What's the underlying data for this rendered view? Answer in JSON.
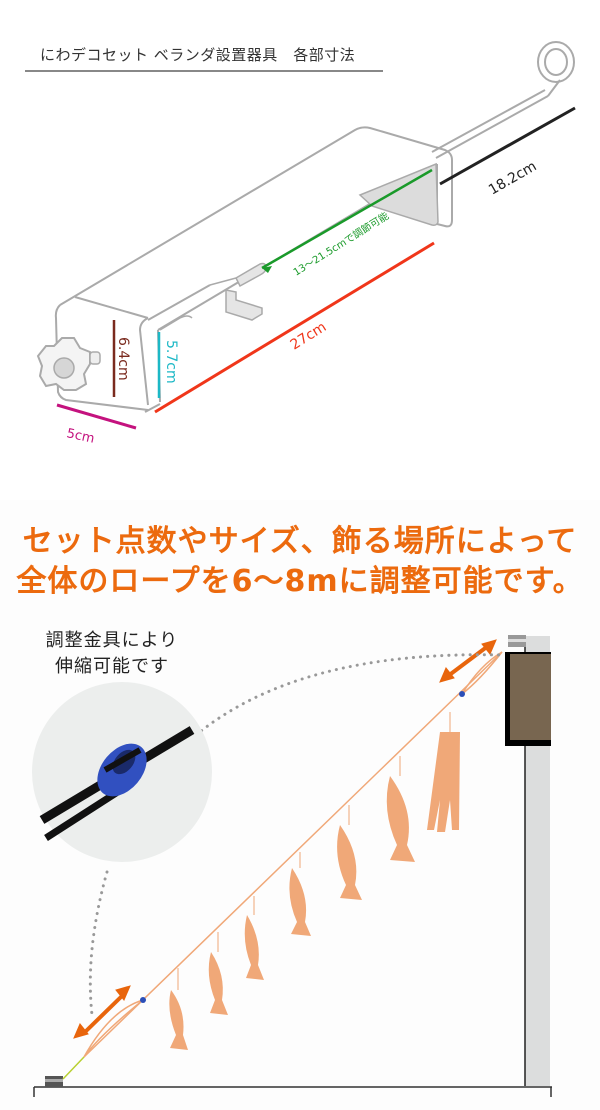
{
  "dimensions_section": {
    "title": "にわデコセット ベランダ設置器具　各部寸法",
    "labels": {
      "arm_length": "18.2cm",
      "adjust_range": "13～21.5cmで調節可能",
      "total_length": "27cm",
      "height_outer": "6.4cm",
      "height_inner": "5.7cm",
      "width": "5cm"
    },
    "colors": {
      "arm_length": "#222222",
      "adjust_range": "#1a9a2a",
      "total_length": "#f0361a",
      "height_outer": "#7a2a1e",
      "height_inner": "#1cb8c6",
      "width": "#c4127e"
    }
  },
  "usage_section": {
    "headline_line1": "セット点数やサイズ、飾る場所によって",
    "headline_line2": "全体のロープを6～8mに調整可能です。",
    "callout_line1": "調整金具により",
    "callout_line2": "伸縮可能です",
    "colors": {
      "headline": "#ec6a0e",
      "arrow": "#e8650c",
      "rope": "#f0a878",
      "fish": "#f0a878",
      "adjuster": "#2b4fb8",
      "wall": "#dcdddd",
      "railing_box": "#786650"
    }
  }
}
